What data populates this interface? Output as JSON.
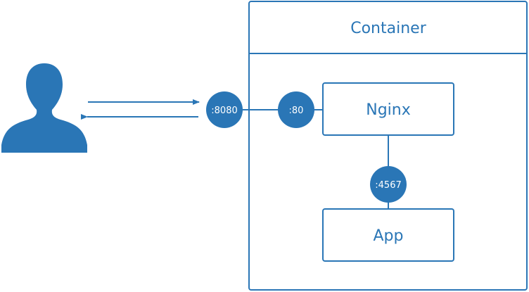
{
  "colors": {
    "primary": "#2a76b6",
    "background": "#ffffff",
    "port_text": "#ffffff"
  },
  "container": {
    "title": "Container"
  },
  "boxes": {
    "nginx": "Nginx",
    "app": "App"
  },
  "ports": {
    "host": ":8080",
    "nginx": ":80",
    "app": ":4567"
  },
  "icons": {
    "user": "user-icon"
  }
}
